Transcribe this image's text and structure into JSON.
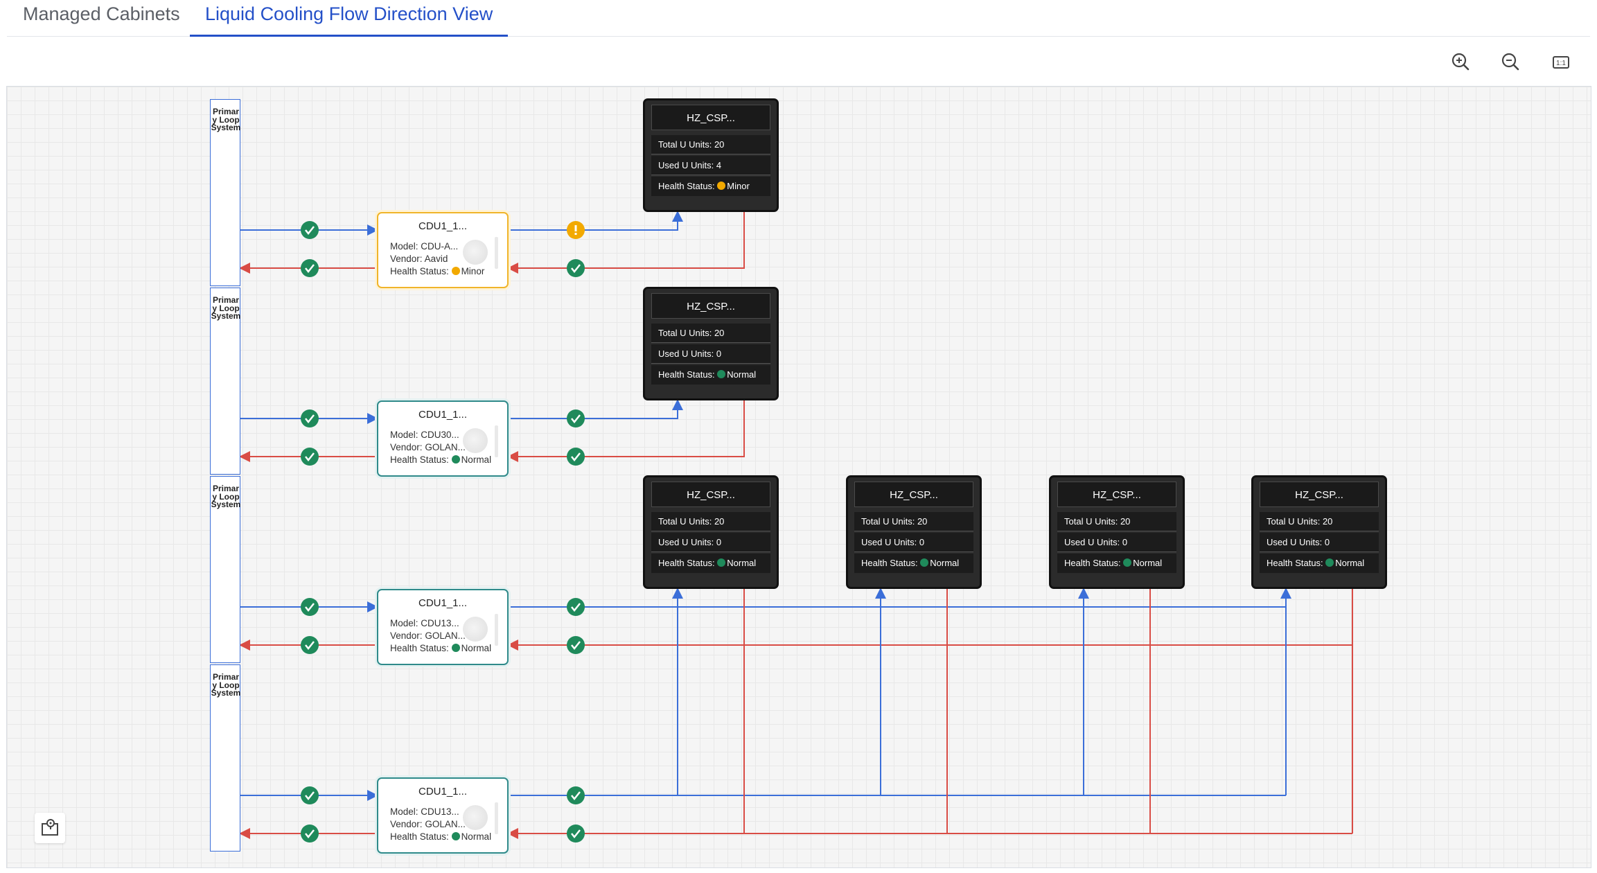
{
  "tabs": [
    {
      "label": "Managed Cabinets",
      "active": false
    },
    {
      "label": "Liquid Cooling Flow Direction View",
      "active": true
    }
  ],
  "toolbar": {
    "zoom_in_icon": "zoom-in-icon",
    "zoom_out_icon": "zoom-out-icon",
    "fit_icon": "one-to-one-icon"
  },
  "colors": {
    "supply": "#3b6ed8",
    "return": "#d94c45",
    "normal": "#1f8a5b",
    "minor": "#f2a900",
    "link": "#2450c8"
  },
  "loops": [
    {
      "label": "Primary Loop System"
    },
    {
      "label": "Primary Loop System"
    },
    {
      "label": "Primary Loop System"
    },
    {
      "label": "Primary Loop System"
    }
  ],
  "cdus": [
    {
      "name": "CDU1_1...",
      "model_label": "Model:",
      "model": "CDU-A...",
      "vendor_label": "Vendor:",
      "vendor": "Aavid",
      "health_label": "Health Status:",
      "health": "Minor"
    },
    {
      "name": "CDU1_1...",
      "model_label": "Model:",
      "model": "CDU30...",
      "vendor_label": "Vendor:",
      "vendor": "GOLAN...",
      "health_label": "Health Status:",
      "health": "Normal"
    },
    {
      "name": "CDU1_1...",
      "model_label": "Model:",
      "model": "CDU13...",
      "vendor_label": "Vendor:",
      "vendor": "GOLAN...",
      "health_label": "Health Status:",
      "health": "Normal"
    },
    {
      "name": "CDU1_1...",
      "model_label": "Model:",
      "model": "CDU13...",
      "vendor_label": "Vendor:",
      "vendor": "GOLAN...",
      "health_label": "Health Status:",
      "health": "Normal"
    }
  ],
  "cabinets": [
    {
      "name": "HZ_CSP...",
      "total_label": "Total U Units:",
      "total": "20",
      "used_label": "Used U Units:",
      "used": "4",
      "health_label": "Health Status:",
      "health": "Minor"
    },
    {
      "name": "HZ_CSP...",
      "total_label": "Total U Units:",
      "total": "20",
      "used_label": "Used U Units:",
      "used": "0",
      "health_label": "Health Status:",
      "health": "Normal"
    },
    {
      "name": "HZ_CSP...",
      "total_label": "Total U Units:",
      "total": "20",
      "used_label": "Used U Units:",
      "used": "0",
      "health_label": "Health Status:",
      "health": "Normal"
    },
    {
      "name": "HZ_CSP...",
      "total_label": "Total U Units:",
      "total": "20",
      "used_label": "Used U Units:",
      "used": "0",
      "health_label": "Health Status:",
      "health": "Normal"
    },
    {
      "name": "HZ_CSP...",
      "total_label": "Total U Units:",
      "total": "20",
      "used_label": "Used U Units:",
      "used": "0",
      "health_label": "Health Status:",
      "health": "Normal"
    },
    {
      "name": "HZ_CSP...",
      "total_label": "Total U Units:",
      "total": "20",
      "used_label": "Used U Units:",
      "used": "0",
      "health_label": "Health Status:",
      "health": "Normal"
    }
  ],
  "flow_status": [
    {
      "group": 1,
      "supply_in": "Normal",
      "return_in": "Normal",
      "supply_out": "Minor",
      "return_out": "Normal"
    },
    {
      "group": 2,
      "supply_in": "Normal",
      "return_in": "Normal",
      "supply_out": "Normal",
      "return_out": "Normal"
    },
    {
      "group": 3,
      "supply_in": "Normal",
      "return_in": "Normal",
      "supply_out": "Normal",
      "return_out": "Normal"
    },
    {
      "group": 4,
      "supply_in": "Normal",
      "return_in": "Normal",
      "supply_out": "Normal",
      "return_out": "Normal"
    }
  ],
  "bottom_tool_icon": "map-locate-icon"
}
